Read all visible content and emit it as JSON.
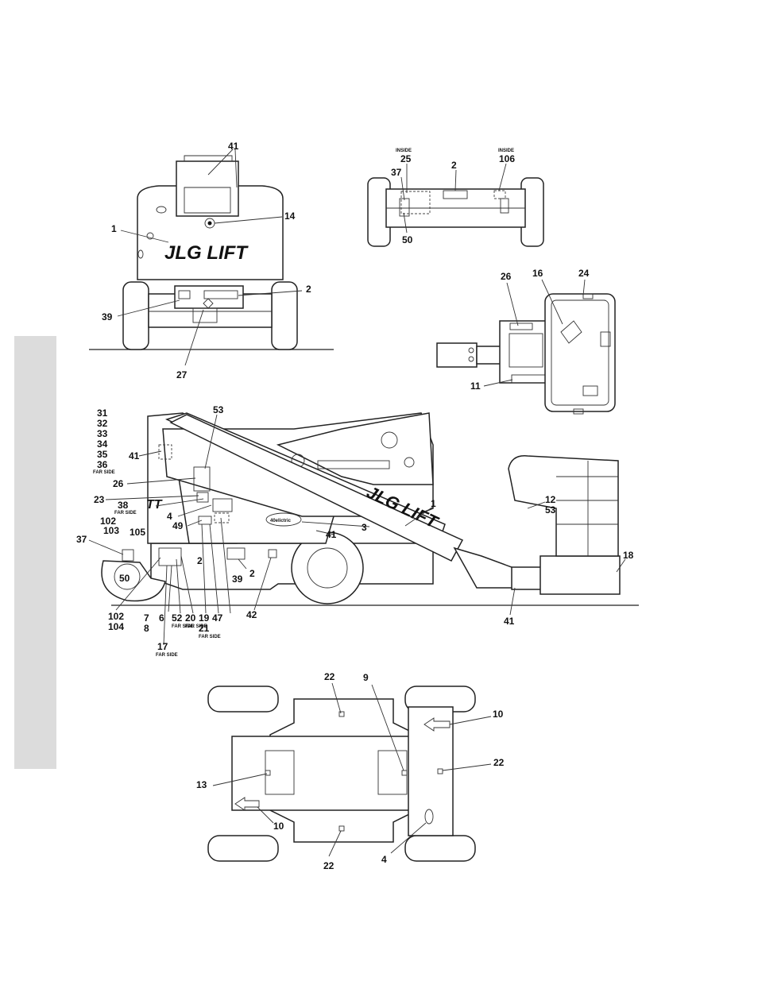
{
  "logo_text": "JLG LIFT",
  "model_badge": "40elictric",
  "view_top_left": {
    "callouts": {
      "c41": "41",
      "c14": "14",
      "c1": "1",
      "c2": "2",
      "c39": "39",
      "c27": "27"
    }
  },
  "view_top_right": {
    "inside_left": "INSIDE",
    "inside_right": "INSIDE",
    "callouts": {
      "c25": "25",
      "c2": "2",
      "c106": "106",
      "c37": "37",
      "c50": "50"
    }
  },
  "view_platform": {
    "callouts": {
      "c26": "26",
      "c16": "16",
      "c24": "24",
      "c11": "11"
    }
  },
  "view_side": {
    "far_side": "FAR SIDE",
    "callouts": {
      "c31": "31",
      "c32": "32",
      "c33": "33",
      "c34": "34",
      "c35": "35",
      "c36": "36",
      "c53": "53",
      "c41a": "41",
      "c26": "26",
      "c23": "23",
      "c38": "38",
      "c4": "4",
      "c49": "49",
      "c102a": "102",
      "c103": "103",
      "c105": "105",
      "c37": "37",
      "c50": "50",
      "c1": "1",
      "c3": "3",
      "c41b": "41",
      "c2a": "2",
      "c2b": "2",
      "c39": "39",
      "c42": "42",
      "c12": "12",
      "c53b": "53",
      "c18": "18",
      "c41c": "41",
      "c102b": "102",
      "c104": "104",
      "c7": "7",
      "c8": "8",
      "c6": "6",
      "c52": "52",
      "c20": "20",
      "c19": "19",
      "c21": "21",
      "c47": "47",
      "c17": "17"
    }
  },
  "view_bottom": {
    "callouts": {
      "c22a": "22",
      "c9": "9",
      "c10a": "10",
      "c22b": "22",
      "c13": "13",
      "c10b": "10",
      "c22c": "22",
      "c4": "4"
    }
  }
}
